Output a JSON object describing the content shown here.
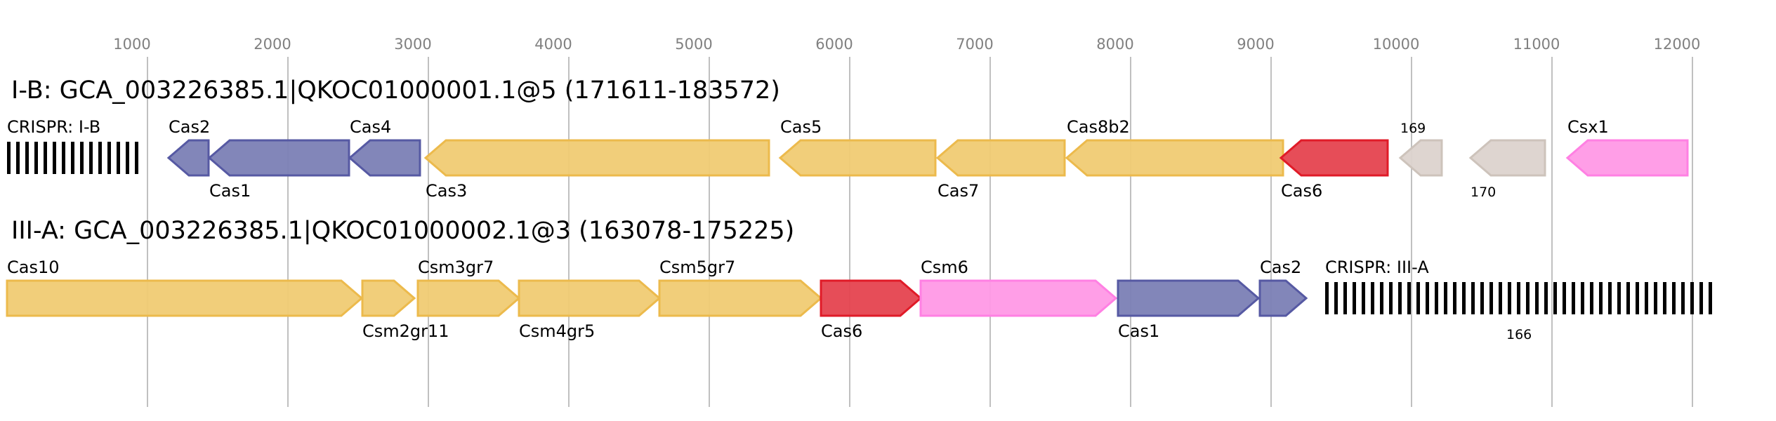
{
  "axis": {
    "ticks": [
      1000,
      2000,
      3000,
      4000,
      5000,
      6000,
      7000,
      8000,
      9000,
      10000,
      11000,
      12000
    ]
  },
  "colors": {
    "yellow": {
      "fill": "#f0cb73",
      "stroke": "#ecba4c"
    },
    "blue": {
      "fill": "#7b7fb5",
      "stroke": "#5659a3"
    },
    "red": {
      "fill": "#e5434f",
      "stroke": "#e01b28"
    },
    "pink": {
      "fill": "#ff99e6",
      "stroke": "#ff80e3"
    },
    "gray": {
      "fill": "#dcd3cd",
      "stroke": "#cdc3bb"
    }
  },
  "loci": [
    {
      "title": "I-B: GCA_003226385.1|QKOC01000001.1@5 (171611-183572)",
      "genes": [
        {
          "type": "crispr",
          "start": 0,
          "end": 965,
          "label": "CRISPR: I-B",
          "pos": "above"
        },
        {
          "start": 1150,
          "end": 1435,
          "strand": -1,
          "color": "blue",
          "label": "Cas2",
          "pos": "above"
        },
        {
          "start": 1440,
          "end": 2435,
          "strand": -1,
          "color": "blue",
          "label": "Cas1",
          "pos": "below"
        },
        {
          "start": 2440,
          "end": 2940,
          "strand": -1,
          "color": "blue",
          "label": "Cas4",
          "pos": "above"
        },
        {
          "start": 2980,
          "end": 5425,
          "strand": -1,
          "color": "yellow",
          "label": "Cas3",
          "pos": "below"
        },
        {
          "start": 5505,
          "end": 6610,
          "strand": -1,
          "color": "yellow",
          "label": "Cas5",
          "pos": "above"
        },
        {
          "start": 6625,
          "end": 7530,
          "strand": -1,
          "color": "yellow",
          "label": "Cas7",
          "pos": "below"
        },
        {
          "start": 7545,
          "end": 9085,
          "strand": -1,
          "color": "yellow",
          "label": "Cas8b2",
          "pos": "above"
        },
        {
          "start": 9070,
          "end": 9830,
          "strand": -1,
          "color": "red",
          "label": "Cas6",
          "pos": "below"
        },
        {
          "start": 9920,
          "end": 10215,
          "strand": -1,
          "color": "gray",
          "label": "169",
          "pos": "above",
          "small": true
        },
        {
          "start": 10420,
          "end": 10950,
          "strand": -1,
          "color": "gray",
          "label": "170",
          "pos": "below",
          "small": true
        },
        {
          "start": 11110,
          "end": 11965,
          "strand": -1,
          "color": "pink",
          "label": "Csx1",
          "pos": "above"
        }
      ]
    },
    {
      "title": "III-A: GCA_003226385.1|QKOC01000002.1@3 (163078-175225)",
      "genes": [
        {
          "start": 0,
          "end": 2525,
          "strand": 1,
          "color": "yellow",
          "label": "Cas10",
          "pos": "above"
        },
        {
          "start": 2530,
          "end": 2900,
          "strand": 1,
          "color": "yellow",
          "label": "Csm2gr11",
          "pos": "below"
        },
        {
          "start": 2925,
          "end": 3645,
          "strand": 1,
          "color": "yellow",
          "label": "Csm3gr7",
          "pos": "above"
        },
        {
          "start": 3645,
          "end": 4645,
          "strand": 1,
          "color": "yellow",
          "label": "Csm4gr5",
          "pos": "below"
        },
        {
          "start": 4645,
          "end": 5795,
          "strand": 1,
          "color": "yellow",
          "label": "Csm5gr7",
          "pos": "above"
        },
        {
          "start": 5795,
          "end": 6505,
          "strand": 1,
          "color": "red",
          "label": "Cas6",
          "pos": "below"
        },
        {
          "start": 6505,
          "end": 7895,
          "strand": 1,
          "color": "pink",
          "label": "Csm6",
          "pos": "above"
        },
        {
          "start": 7910,
          "end": 8910,
          "strand": 1,
          "color": "blue",
          "label": "Cas1",
          "pos": "below"
        },
        {
          "start": 8920,
          "end": 9250,
          "strand": 1,
          "color": "blue",
          "label": "Cas2",
          "pos": "above"
        },
        {
          "type": "crispr",
          "start": 9385,
          "end": 12145,
          "label": "CRISPR: III-A",
          "pos": "above",
          "count_label": "166"
        }
      ]
    }
  ]
}
